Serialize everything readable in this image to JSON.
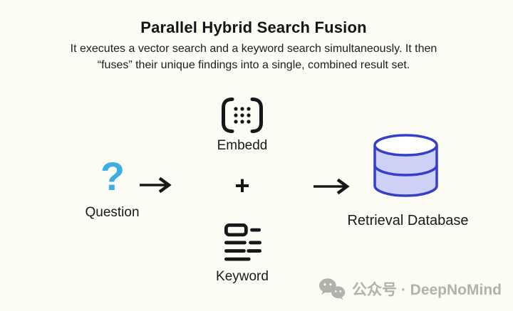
{
  "header": {
    "title": "Parallel Hybrid Search Fusion",
    "subtitle_line1": "It executes a vector search and a keyword search simultaneously. It then",
    "subtitle_line2": "“fuses” their unique findings into a single, combined result set."
  },
  "diagram": {
    "question": {
      "symbol": "?",
      "label": "Question",
      "accent_color": "#3BAFE3"
    },
    "embedding": {
      "label": "Embedd"
    },
    "plus_symbol": "+",
    "keyword": {
      "label": "Keyword"
    },
    "database": {
      "label": "Retrieval Database",
      "outline_color": "#3440C9",
      "fill_color": "#CDD1F5",
      "top_fill": "#FFFFFF"
    }
  },
  "watermark": {
    "text": "公众号 · DeepNoMind",
    "color": "#B3B1AB"
  },
  "colors": {
    "background": "#FCFBF4",
    "text": "#17191C"
  }
}
